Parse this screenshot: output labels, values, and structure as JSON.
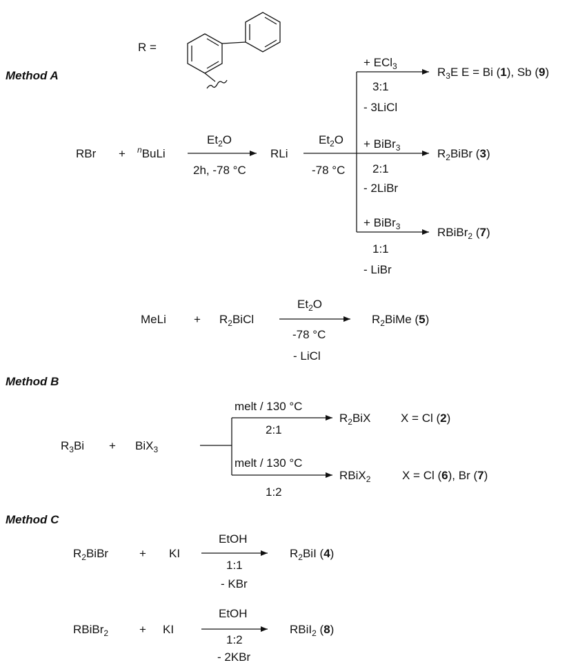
{
  "headers": {
    "method_a": "Method A",
    "method_b": "Method B",
    "method_c": "Method C"
  },
  "r_def": "R =",
  "plus": "+",
  "method_a": {
    "rbr": "RBr",
    "nbuli_sup": "n",
    "nbuli_main": "BuLi",
    "cond1_top_pre": "Et",
    "cond1_top_sub": "2",
    "cond1_top_post": "O",
    "cond1_bottom": "2h, -78 °C",
    "rli": "RLi",
    "cond2_top_pre": "Et",
    "cond2_top_sub": "2",
    "cond2_top_post": "O",
    "cond2_bottom": "-78 °C",
    "b1": {
      "reagent_pre": "+ ECl",
      "reagent_sub": "3",
      "ratio": "3:1",
      "loss": "- 3LiCl",
      "p_pre": "R",
      "p_sub": "3",
      "p_post": "E  E = Bi (",
      "c1": "1",
      "mid": "), Sb (",
      "c2": "9",
      "end": ")"
    },
    "b2": {
      "reagent_pre": "+  BiBr",
      "reagent_sub": "3",
      "ratio": "2:1",
      "loss": "- 2LiBr",
      "p_pre": "R",
      "p_sub": "2",
      "p_post": "BiBr  (",
      "c": "3",
      "end": ")"
    },
    "b3": {
      "reagent_pre": "+  BiBr",
      "reagent_sub": "3",
      "ratio": "1:1",
      "loss": "- LiBr",
      "p_pre": "RBiBr",
      "p_sub": "2",
      "p_post": "  (",
      "c": "7",
      "end": ")"
    },
    "rx2": {
      "meli": "MeLi",
      "r_pre": "R",
      "r_sub": "2",
      "r_post": "BiCl",
      "cond_top_pre": "Et",
      "cond_top_sub": "2",
      "cond_top_post": "O",
      "cond_mid": "-78 °C",
      "cond_loss": "- LiCl",
      "p_pre": "R",
      "p_sub": "2",
      "p_post": "BiMe  (",
      "c": "5",
      "end": ")"
    }
  },
  "method_b": {
    "r_pre": "R",
    "r_sub": "3",
    "r_post": "Bi",
    "x_pre": "BiX",
    "x_sub": "3",
    "b1": {
      "cond": "melt / 130 °C",
      "ratio": "2:1",
      "p_pre": "R",
      "p_sub": "2",
      "p_post": "BiX",
      "x_note_pre": "X = Cl  (",
      "c": "2",
      "end": ")"
    },
    "b2": {
      "cond": "melt / 130 °C",
      "ratio": "1:2",
      "p_pre": "RBiX",
      "p_sub": "2",
      "x_note_pre": "X = Cl  (",
      "c1": "6",
      "mid": "), Br  (",
      "c2": "7",
      "end": ")"
    }
  },
  "method_c": {
    "r1": {
      "a_pre": "R",
      "a_sub": "2",
      "a_post": "BiBr",
      "ki": "KI",
      "top": "EtOH",
      "ratio": "1:1",
      "loss": "- KBr",
      "p_pre": "R",
      "p_sub": "2",
      "p_post": "BiI  (",
      "c": "4",
      "end": ")"
    },
    "r2": {
      "a_pre": "RBiBr",
      "a_sub": "2",
      "ki": "KI",
      "top": "EtOH",
      "ratio": "1:2",
      "loss": "- 2KBr",
      "p_pre": "RBiI",
      "p_sub": "2",
      "p_post": "  (",
      "c": "8",
      "end": ")"
    }
  }
}
